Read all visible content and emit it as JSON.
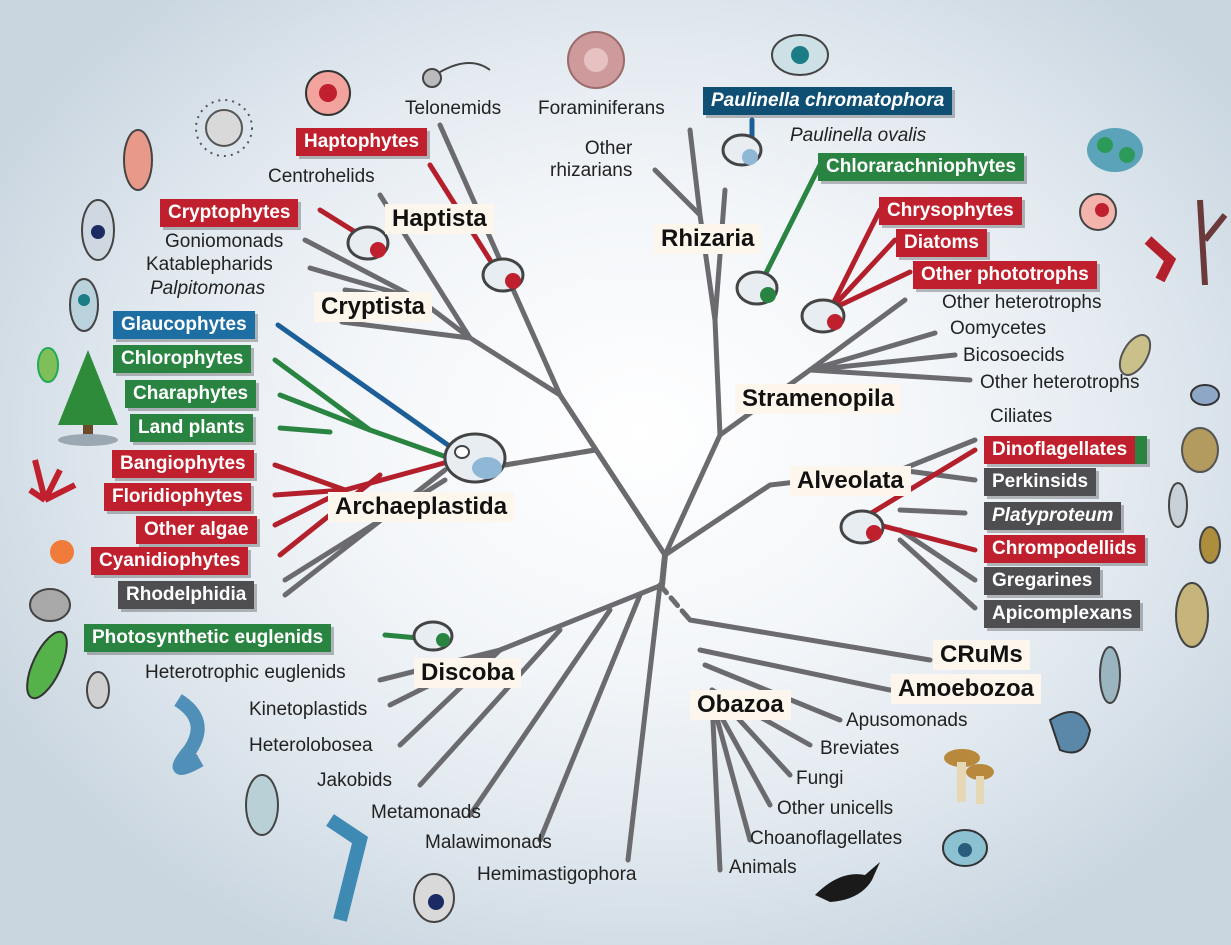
{
  "supergroups": {
    "haptista": "Haptista",
    "cryptista": "Cryptista",
    "archaeplastida": "Archaeplastida",
    "discoba": "Discoba",
    "rhizaria": "Rhizaria",
    "stramenopila": "Stramenopila",
    "alveolata": "Alveolata",
    "crums": "CRuMs",
    "amoebozoa": "Amoebozoa",
    "obazoa": "Obazoa"
  },
  "boxed_taxa": {
    "haptophytes": "Haptophytes",
    "cryptophytes": "Cryptophytes",
    "glaucophytes": "Glaucophytes",
    "chlorophytes": "Chlorophytes",
    "charaphytes": "Charaphytes",
    "land_plants": "Land plants",
    "bangiophytes": "Bangiophytes",
    "floridiophytes": "Floridiophytes",
    "other_algae": "Other algae",
    "cyanidiophytes": "Cyanidiophytes",
    "rhodelphidia": "Rhodelphidia",
    "photosynthetic_euglenids": "Photosynthetic euglenids",
    "paulinella_chromatophora": "Paulinella chromatophora",
    "chlorarachniophytes": "Chlorarachniophytes",
    "chrysophytes": "Chrysophytes",
    "diatoms": "Diatoms",
    "other_phototrophs": "Other phototrophs",
    "dinoflagellates": "Dinoflagellates",
    "perkinsids": "Perkinsids",
    "platyproteum": "Platyproteum",
    "chrompodellids": "Chrompodellids",
    "gregarines": "Gregarines",
    "apicomplexans": "Apicomplexans"
  },
  "plain_taxa": {
    "telonemids": "Telonemids",
    "centrohelids": "Centrohelids",
    "goniomonads": "Goniomonads",
    "katablepharids": "Katablepharids",
    "palpitomonas": "Palpitomonas",
    "foraminiferans": "Foraminiferans",
    "other_rhizarians": "Other\nrhizarians",
    "paulinella_ovalis": "Paulinella ovalis",
    "other_heterotrophs_1": "Other heterotrophs",
    "oomycetes": "Oomycetes",
    "bicosoecids": "Bicosoecids",
    "other_heterotrophs_2": "Other heterotrophs",
    "ciliates": "Ciliates",
    "heterotrophic_euglenids": "Heterotrophic euglenids",
    "kinetoplastids": "Kinetoplastids",
    "heterolobosea": "Heterolobosea",
    "jakobids": "Jakobids",
    "metamonads": "Metamonads",
    "malawimonads": "Malawimonads",
    "hemimastigophora": "Hemimastigophora",
    "apusomonads": "Apusomonads",
    "breviates": "Breviates",
    "fungi": "Fungi",
    "other_unicells": "Other unicells",
    "choanoflagellates": "Choanoflagellates",
    "animals": "Animals"
  },
  "colors": {
    "branch": "#6b6b6f",
    "red_lineage": "#b3202c",
    "green_lineage": "#2a8441",
    "blue_lineage": "#1c5e98",
    "background_center": "#ffffff",
    "background_edge": "#c9d5df"
  },
  "icons": [
    "plastid-cell-icon",
    "organism-illustration-icon",
    "tree-icon",
    "mushroom-icon",
    "bird-icon"
  ]
}
